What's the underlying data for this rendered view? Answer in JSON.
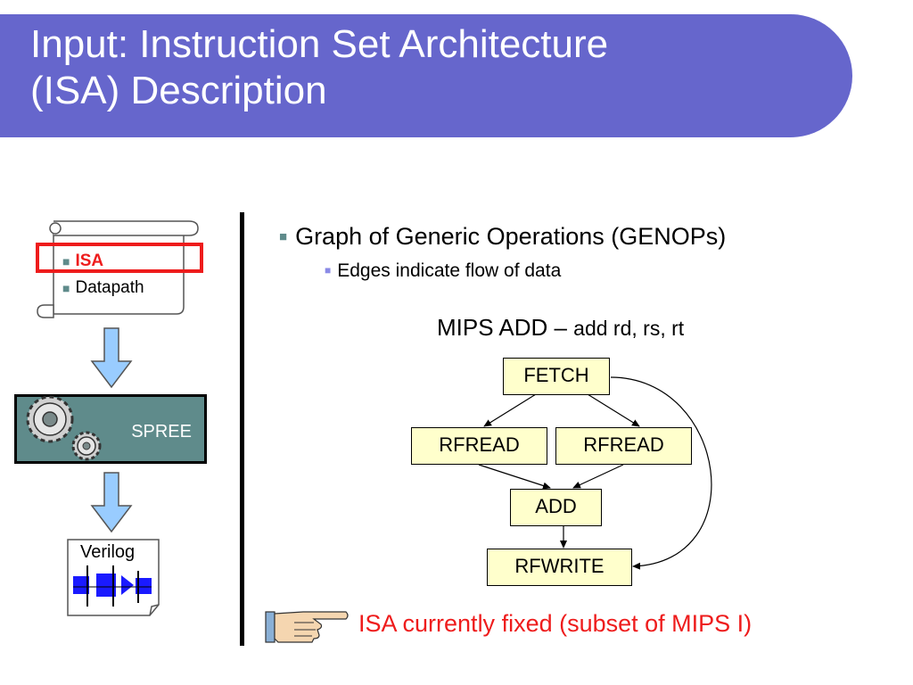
{
  "title": {
    "line1": "Input: Instruction Set Architecture",
    "line2": "(ISA) Description"
  },
  "left_panel": {
    "scroll_items": [
      {
        "marker": "■",
        "text": "ISA"
      },
      {
        "marker": "■",
        "text": "Datapath"
      }
    ],
    "spree_label": "SPREE",
    "verilog_label": "Verilog"
  },
  "bullets": {
    "main": "Graph of Generic Operations (GENOPs)",
    "sub": "Edges indicate flow of data",
    "main_marker": "■",
    "sub_marker": "■"
  },
  "mips": {
    "prefix": "MIPS ADD –",
    "suffix": "add rd, rs, rt"
  },
  "graph_nodes": {
    "fetch": "FETCH",
    "rfread1": "RFREAD",
    "rfread2": "RFREAD",
    "add": "ADD",
    "rfwrite": "RFWRITE"
  },
  "note": "ISA currently fixed (subset of MIPS I)",
  "colors": {
    "title_band": "#6666cc",
    "highlight": "#ee1c1c",
    "teal": "#5f8b8b",
    "node_fill": "#ffffcc",
    "arrow_fill": "#99ccff"
  }
}
